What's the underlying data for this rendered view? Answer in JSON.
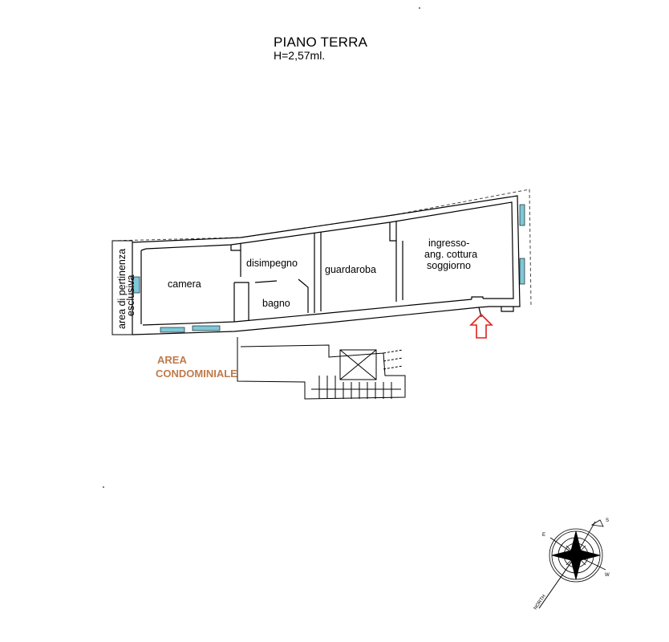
{
  "plan": {
    "title": "PIANO TERRA",
    "height_label": "H=2,57ml."
  },
  "rooms": {
    "camera": "camera",
    "disimpegno": "disimpegno",
    "bagno": "bagno",
    "guardaroba": "guardaroba",
    "ingresso_line1": "ingresso-",
    "ingresso_line2": "ang. cottura",
    "ingresso_line3": "soggiorno"
  },
  "annotations": {
    "pertinenza_line1": "area di pertinenza",
    "pertinenza_line2": "esclusiva",
    "condominiale_line1": "AREA",
    "condominiale_line2": "CONDOMINIALE"
  },
  "compass": {
    "north": "NORTH",
    "east": "E",
    "south": "S",
    "west": "W"
  },
  "colors": {
    "area_condominiale": "#c07a4a",
    "entrance_arrow": "#e0201a",
    "windows": "#7fc8d8"
  },
  "icons": {
    "entrance": "entrance-arrow-icon",
    "compass": "compass-rose-icon",
    "stair_void": "stairwell-void-icon"
  }
}
